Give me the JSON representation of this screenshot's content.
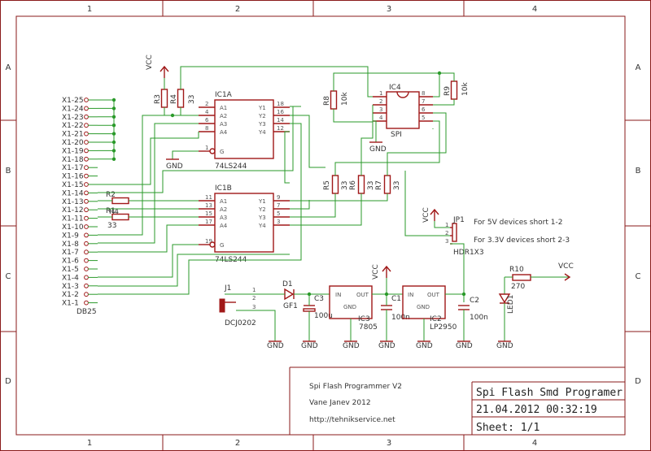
{
  "grid": {
    "columns": [
      "1",
      "2",
      "3",
      "4"
    ],
    "rows": [
      "A",
      "B",
      "C",
      "D"
    ]
  },
  "connector": {
    "name": "DB25",
    "pins": [
      "X1-25",
      "X1-24",
      "X1-23",
      "X1-22",
      "X1-21",
      "X1-20",
      "X1-19",
      "X1-18",
      "X1-17",
      "X1-16",
      "X1-15",
      "X1-14",
      "X1-13",
      "X1-12",
      "X1-11",
      "X1-10",
      "X1-9",
      "X1-8",
      "X1-7",
      "X1-6",
      "X1-5",
      "X1-4",
      "X1-3",
      "X1-2",
      "X1-1"
    ]
  },
  "ic1a": {
    "name": "IC1A",
    "type": "74LS244",
    "left_labels": [
      "A1",
      "A2",
      "A3",
      "A4",
      "G"
    ],
    "left_pins": [
      "2",
      "4",
      "6",
      "8",
      "1"
    ],
    "right_labels": [
      "Y1",
      "Y2",
      "Y3",
      "Y4"
    ],
    "right_pins": [
      "18",
      "16",
      "14",
      "12"
    ]
  },
  "ic1b": {
    "name": "IC1B",
    "type": "74LS244",
    "left_labels": [
      "A1",
      "A2",
      "A3",
      "A4",
      "G"
    ],
    "left_pins": [
      "11",
      "13",
      "15",
      "17",
      "19"
    ],
    "right_labels": [
      "Y1",
      "Y2",
      "Y3",
      "Y4"
    ],
    "right_pins": [
      "9",
      "7",
      "5",
      "3"
    ]
  },
  "ic4": {
    "name": "IC4",
    "type": "SPI",
    "left_pins": [
      "1",
      "2",
      "3",
      "4"
    ],
    "right_pins": [
      "8",
      "7",
      "6",
      "5"
    ]
  },
  "resistors": {
    "r1": "R1",
    "r2": "R2",
    "r3": "R3",
    "r4": "R4",
    "r5": "R5",
    "r6": "R6",
    "r7": "R7",
    "r8": "R8",
    "r9": "R9",
    "r10": "R10",
    "v33": "33",
    "v10k": "10k",
    "v270": "270"
  },
  "jumper": {
    "name": "JP1",
    "type": "HDR1X3",
    "pins": [
      "1",
      "2",
      "3"
    ],
    "note_5v": "For 5V devices short 1-2",
    "note_33v": "For 3.3V devices short 2-3"
  },
  "power": {
    "vcc": "VCC",
    "gnd": "GND",
    "j1": "J1",
    "j1_type": "DCJ0202",
    "j1_pins": [
      "1",
      "2",
      "3"
    ],
    "d1": "D1",
    "d1_type": "GF1",
    "c1": "C1",
    "c2": "C2",
    "c3": "C3",
    "c100u": "100u",
    "c100n": "100n",
    "ic3": "IC3",
    "ic3_type": "7805",
    "ic2": "IC2",
    "ic2_type": "LP2950",
    "reg_in": "IN",
    "reg_out": "OUT",
    "reg_gnd": "GND",
    "led": "LED1"
  },
  "title_block": {
    "project": "Spi Flash Programmer V2",
    "author": "Vane Janev 2012",
    "url": "http://tehnikservice.net",
    "title": "Spi Flash Smd Programer",
    "datetime": "21.04.2012 00:32:19",
    "sheet": "Sheet: 1/1"
  },
  "colors": {
    "frame": "#8a1a1a",
    "wire": "#2a9a2a",
    "part": "#a01818"
  }
}
